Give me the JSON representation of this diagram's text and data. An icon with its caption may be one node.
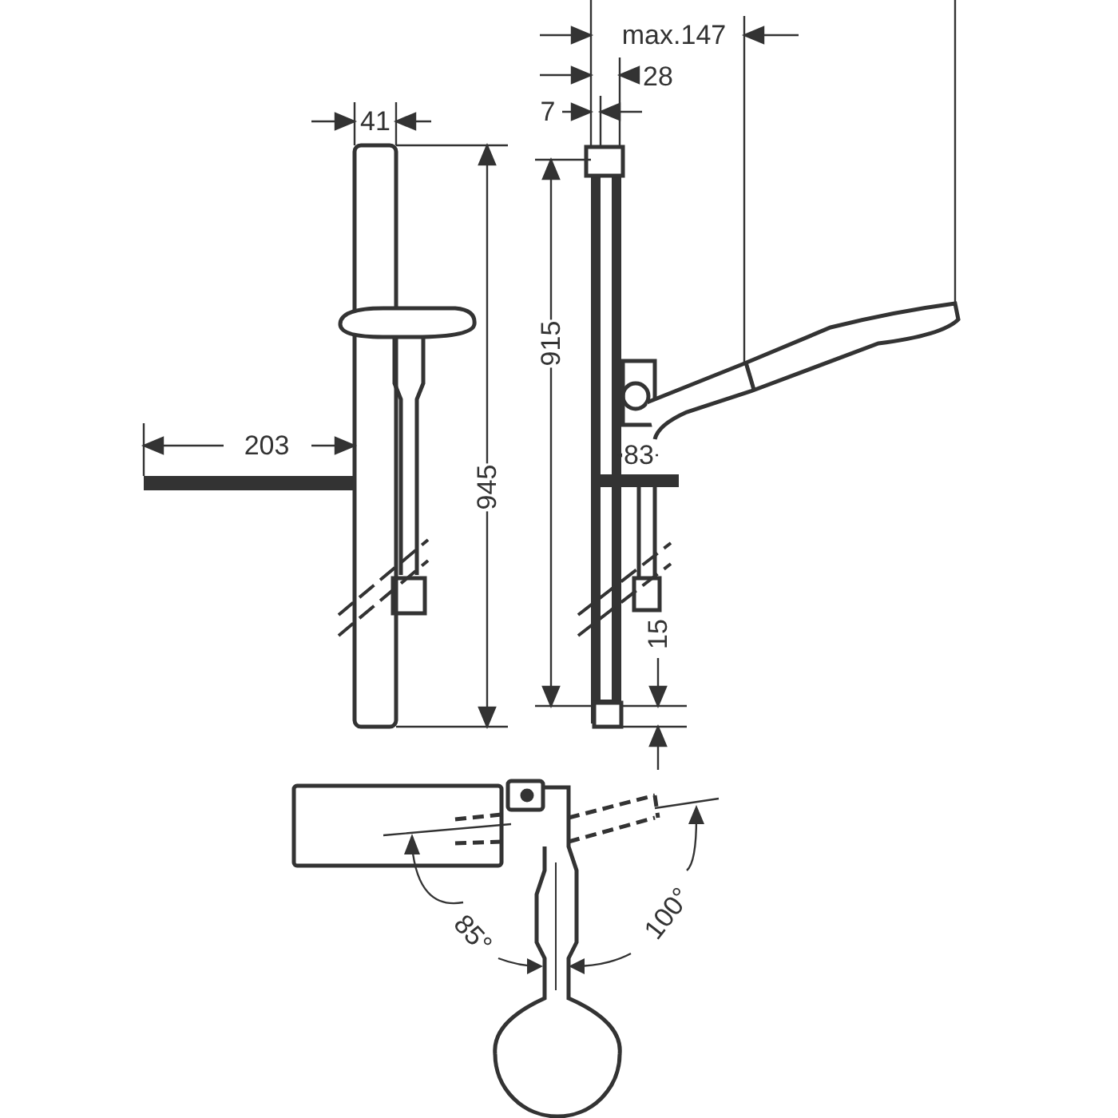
{
  "diagram": {
    "labels": [
      "max.147",
      "28",
      "41",
      "7",
      "203",
      "945",
      "915",
      "83",
      "15",
      "85°",
      "100°"
    ]
  }
}
